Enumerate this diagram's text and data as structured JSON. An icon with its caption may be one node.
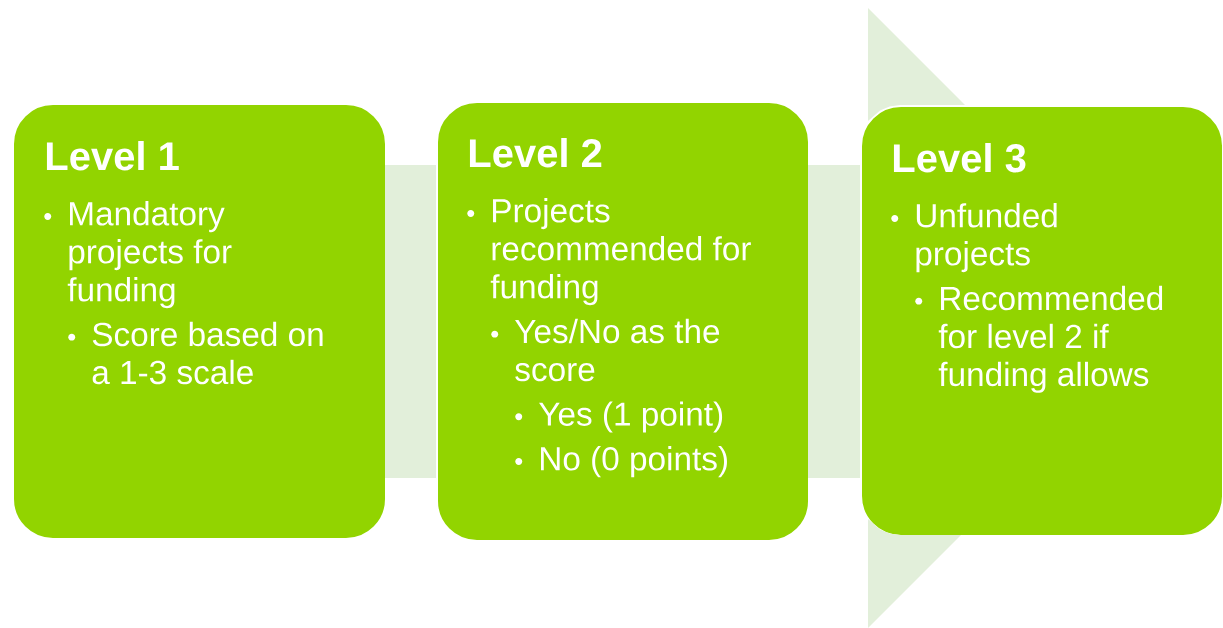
{
  "diagram": {
    "nodes": [
      {
        "text": [
          "Level 1",
          "Mandatory projects for funding",
          "Score based on a 1-3 scale"
        ]
      },
      {
        "text": [
          "Level 2",
          "Projects recommended for funding",
          "Yes/No as the score",
          "Yes (1 point)",
          "No (0 points)"
        ]
      },
      {
        "text": [
          "Level 3",
          "Unfunded projects",
          "Recommended for level 2 if funding allows"
        ]
      }
    ],
    "edges": [
      {
        "from": 0,
        "to": 1,
        "arrow": "none"
      },
      {
        "from": 1,
        "to": 2,
        "arrow": "to"
      }
    ]
  }
}
